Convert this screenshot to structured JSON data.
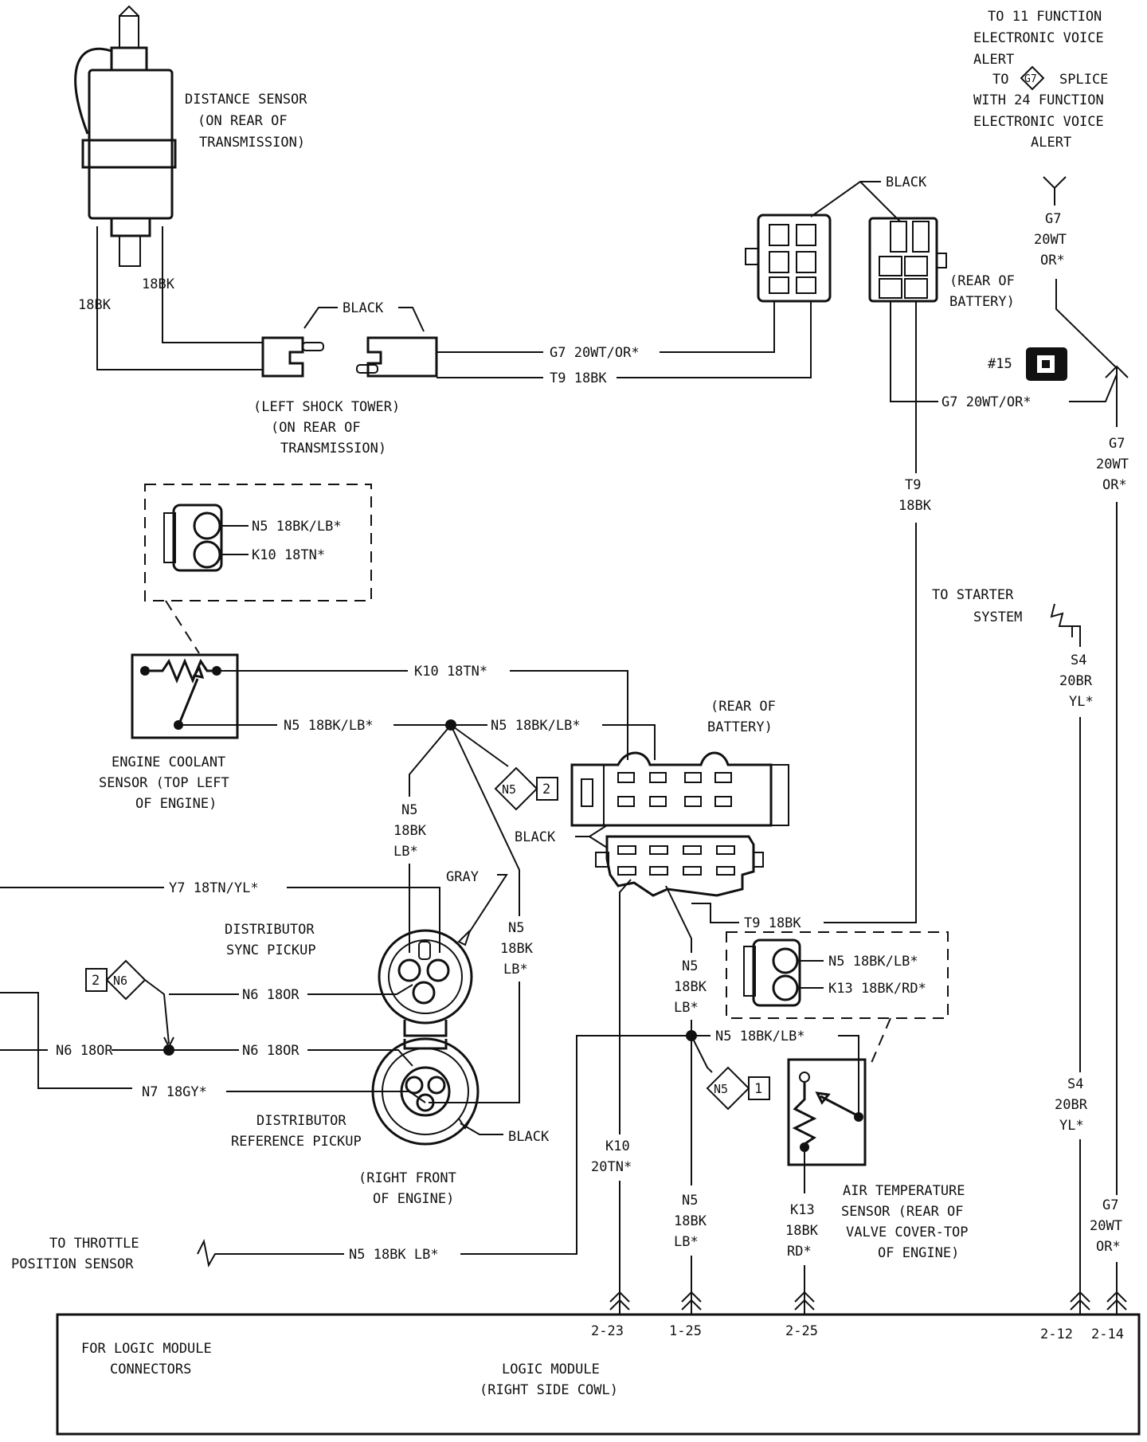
{
  "components": {
    "distance_sensor": [
      "DISTANCE SENSOR",
      "(ON REAR OF",
      "TRANSMISSION)"
    ],
    "left_shock_tower": [
      "(LEFT SHOCK TOWER)",
      "(ON REAR OF",
      "TRANSMISSION)"
    ],
    "engine_coolant": [
      "ENGINE COOLANT",
      "SENSOR (TOP LEFT",
      "OF ENGINE)"
    ],
    "dist_sync": [
      "DISTRIBUTOR",
      "SYNC PICKUP"
    ],
    "dist_ref": [
      "DISTRIBUTOR",
      "REFERENCE PICKUP"
    ],
    "right_front": [
      "(RIGHT FRONT",
      "OF ENGINE)"
    ],
    "rear_battery_top": [
      "(REAR OF",
      "BATTERY)"
    ],
    "rear_battery_mid": [
      "(REAR OF",
      "BATTERY)"
    ],
    "air_temp": [
      "AIR TEMPERATURE",
      "SENSOR (REAR OF",
      "VALVE COVER-TOP",
      "OF ENGINE)"
    ],
    "logic_module": [
      "LOGIC MODULE",
      "(RIGHT SIDE COWL)"
    ],
    "logic_connectors": [
      "FOR LOGIC MODULE",
      "CONNECTORS"
    ],
    "voice_alert": [
      "TO 11 FUNCTION",
      "ELECTRONIC VOICE",
      "ALERT",
      "TO",
      "SPLICE",
      "WITH 24 FUNCTION",
      "ELECTRONIC VOICE",
      "ALERT"
    ],
    "splice_ref": "G7",
    "starter": [
      "TO STARTER",
      "SYSTEM"
    ],
    "throttle": [
      "TO THROTTLE",
      "POSITION SENSOR"
    ],
    "fuse_label": "#15"
  },
  "color_labels": {
    "black_top": "BLACK",
    "black_shock": "BLACK",
    "black_mid": "BLACK",
    "black_ref": "BLACK",
    "gray": "GRAY"
  },
  "wires": {
    "wire_18bk_a": "18BK",
    "wire_18bk_b": "18BK",
    "g7_top": "G7 20WT/OR*",
    "t9_top": "T9 18BK",
    "g7_mid": "G7 20WT/OR*",
    "g7_vert_top": [
      "G7",
      "20WT",
      "OR*"
    ],
    "g7_vert_right": [
      "G7",
      "20WT",
      "OR*"
    ],
    "g7_vert_bottom": [
      "G7",
      "20WT",
      "OR*"
    ],
    "t9_vert": [
      "T9",
      "18BK"
    ],
    "t9_low": "T9 18BK",
    "n5_conn": "N5 18BK/LB*",
    "k10_conn": "K10 18TN*",
    "k10_h": "K10 18TN*",
    "n5_h_left": "N5 18BK/LB*",
    "n5_h_right": "N5 18BK/LB*",
    "n5_v1": [
      "N5",
      "18BK",
      "LB*"
    ],
    "n5_v2": [
      "N5",
      "18BK",
      "LB*"
    ],
    "n5_v3": [
      "N5",
      "18BK",
      "LB*"
    ],
    "n5_v4": [
      "N5",
      "18BK",
      "LB*"
    ],
    "y7": "Y7 18TN/YL*",
    "n6_a": "N6 18OR",
    "n6_b": "N6 18OR",
    "n6_c": "N6 18OR",
    "n7": "N7 18GY*",
    "n5_air": "N5 18BK/LB*",
    "k13_air": "K13 18BK/RD*",
    "n5_low": "N5 18BK/LB*",
    "n5_throttle": "N5 18BK LB*",
    "k10_v": [
      "K10",
      "20TN*"
    ],
    "k13_v": [
      "K13",
      "18BK",
      "RD*"
    ],
    "s4_a": [
      "S4",
      "20BR",
      "YL*"
    ],
    "s4_b": [
      "S4",
      "20BR",
      "YL*"
    ]
  },
  "splices": {
    "n5_2": {
      "name": "N5",
      "num": "2"
    },
    "n6_2": {
      "name": "N6",
      "num": "2"
    },
    "n5_1": {
      "name": "N5",
      "num": "1"
    }
  },
  "pins": [
    "2-23",
    "1-25",
    "2-25",
    "2-12",
    "2-14"
  ]
}
